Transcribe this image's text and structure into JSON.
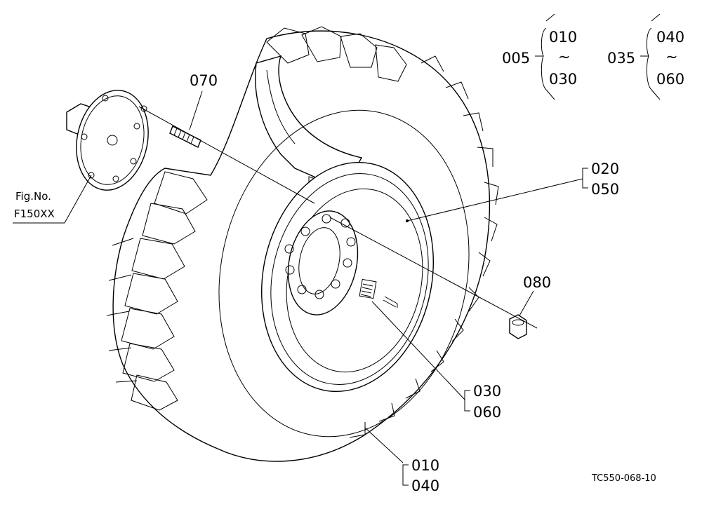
{
  "labels": {
    "p070": "070",
    "p080": "080",
    "p005": "005",
    "p035": "035",
    "p005_range_top": "010",
    "p005_range_sep": "~",
    "p005_range_bottom": "030",
    "p035_range_top": "040",
    "p035_range_sep": "~",
    "p035_range_bottom": "060",
    "p020": "020",
    "p050": "050",
    "p030": "030",
    "p060": "060",
    "p010": "010",
    "p040": "040",
    "fig_ref_line1": "Fig.No.",
    "fig_ref_line2": "F150XX",
    "drawing_code": "TC550-068-10"
  }
}
